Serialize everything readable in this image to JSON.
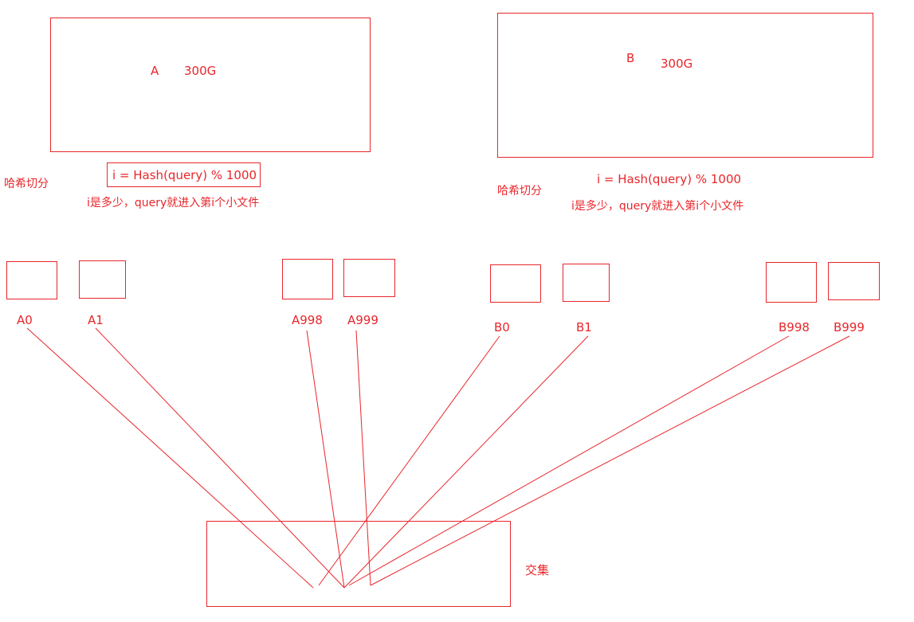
{
  "source_a": {
    "name": "A",
    "size": "300G"
  },
  "source_b": {
    "name": "B",
    "size": "300G"
  },
  "left_note": {
    "method": "哈希切分",
    "formula": "i = Hash(query) % 1000",
    "explain": "i是多少，query就进入第i个小文件"
  },
  "right_note": {
    "method": "哈希切分",
    "formula": "i = Hash(query) % 1000",
    "explain": "i是多少，query就进入第i个小文件"
  },
  "files_a": [
    "A0",
    "A1",
    "A998",
    "A999"
  ],
  "files_b": [
    "B0",
    "B1",
    "B998",
    "B999"
  ],
  "result": {
    "label": "交集"
  },
  "colors": {
    "stroke": "#e8262b",
    "background": "#ffffff"
  }
}
